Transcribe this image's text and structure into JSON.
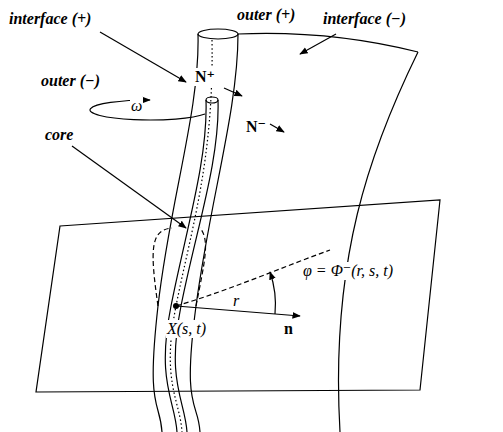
{
  "diagram": {
    "labels": [
      "interface (+)",
      "outer (+)",
      "interface (−)",
      "N⁺",
      "outer (−)",
      "ω",
      "N⁻",
      "core",
      "X(s, t)",
      "r",
      "n",
      "φ = Φ⁻(r, s, t)"
    ]
  }
}
